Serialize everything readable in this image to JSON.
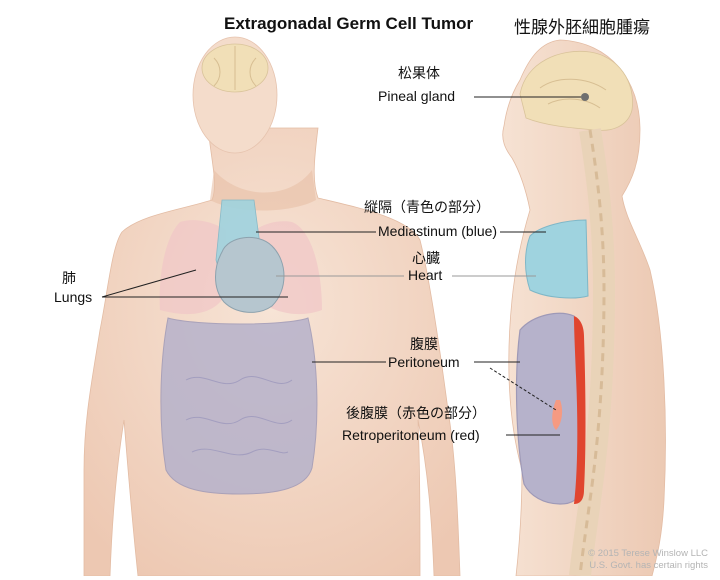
{
  "title": {
    "english": "Extragonadal Germ Cell Tumor",
    "japanese": "性腺外胚細胞腫瘍"
  },
  "labels": {
    "pineal": {
      "jp": "松果体",
      "en": "Pineal gland"
    },
    "mediastinum": {
      "jp": "縦隔（青色の部分）",
      "en": "Mediastinum (blue)"
    },
    "heart": {
      "jp": "心臓",
      "en": "Heart"
    },
    "lungs": {
      "jp": "肺",
      "en": "Lungs"
    },
    "peritoneum": {
      "jp": "腹膜",
      "en": "Peritoneum"
    },
    "retroperitoneum": {
      "jp": "後腹膜（赤色の部分）",
      "en": "Retroperitoneum (red)"
    }
  },
  "credit": {
    "line1": "© 2015 Terese Winslow LLC",
    "line2": "U.S. Govt. has certain rights"
  },
  "colors": {
    "skin": "#f3d9c6",
    "mediastinum": "#9fd3df",
    "heart": "#b6c6cf",
    "peritoneum": "#b6b2cb",
    "retroperitoneum": "#e0452f"
  }
}
